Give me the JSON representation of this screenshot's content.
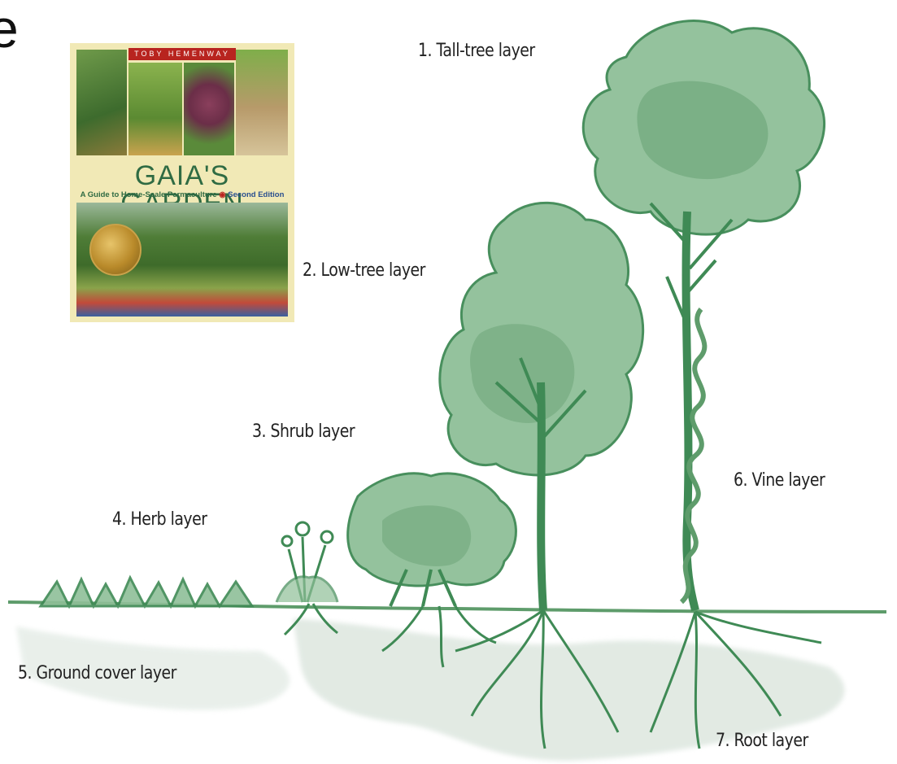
{
  "partial_title": "e",
  "book": {
    "author": "TOBY HEMENWAY",
    "title": "GAIA'S GARDEN",
    "subtitle": "A Guide to Home-Scale Permaculture",
    "subtitle_separator": "◉",
    "edition": "Second Edition"
  },
  "layers": [
    {
      "label": "1. Tall-tree layer"
    },
    {
      "label": "2. Low-tree layer"
    },
    {
      "label": "3. Shrub layer"
    },
    {
      "label": "4. Herb layer"
    },
    {
      "label": "5. Ground cover layer"
    },
    {
      "label": "6. Vine layer"
    },
    {
      "label": "7. Root layer"
    }
  ],
  "colors": {
    "foliage": "#8fbf98",
    "foliage_dark": "#5e9c6b",
    "outline": "#3f8a55",
    "soil_wash": "#dfe8e1",
    "book_title": "#2f6b43",
    "book_background": "#f1e9b6",
    "book_author_band": "#b8241f"
  }
}
